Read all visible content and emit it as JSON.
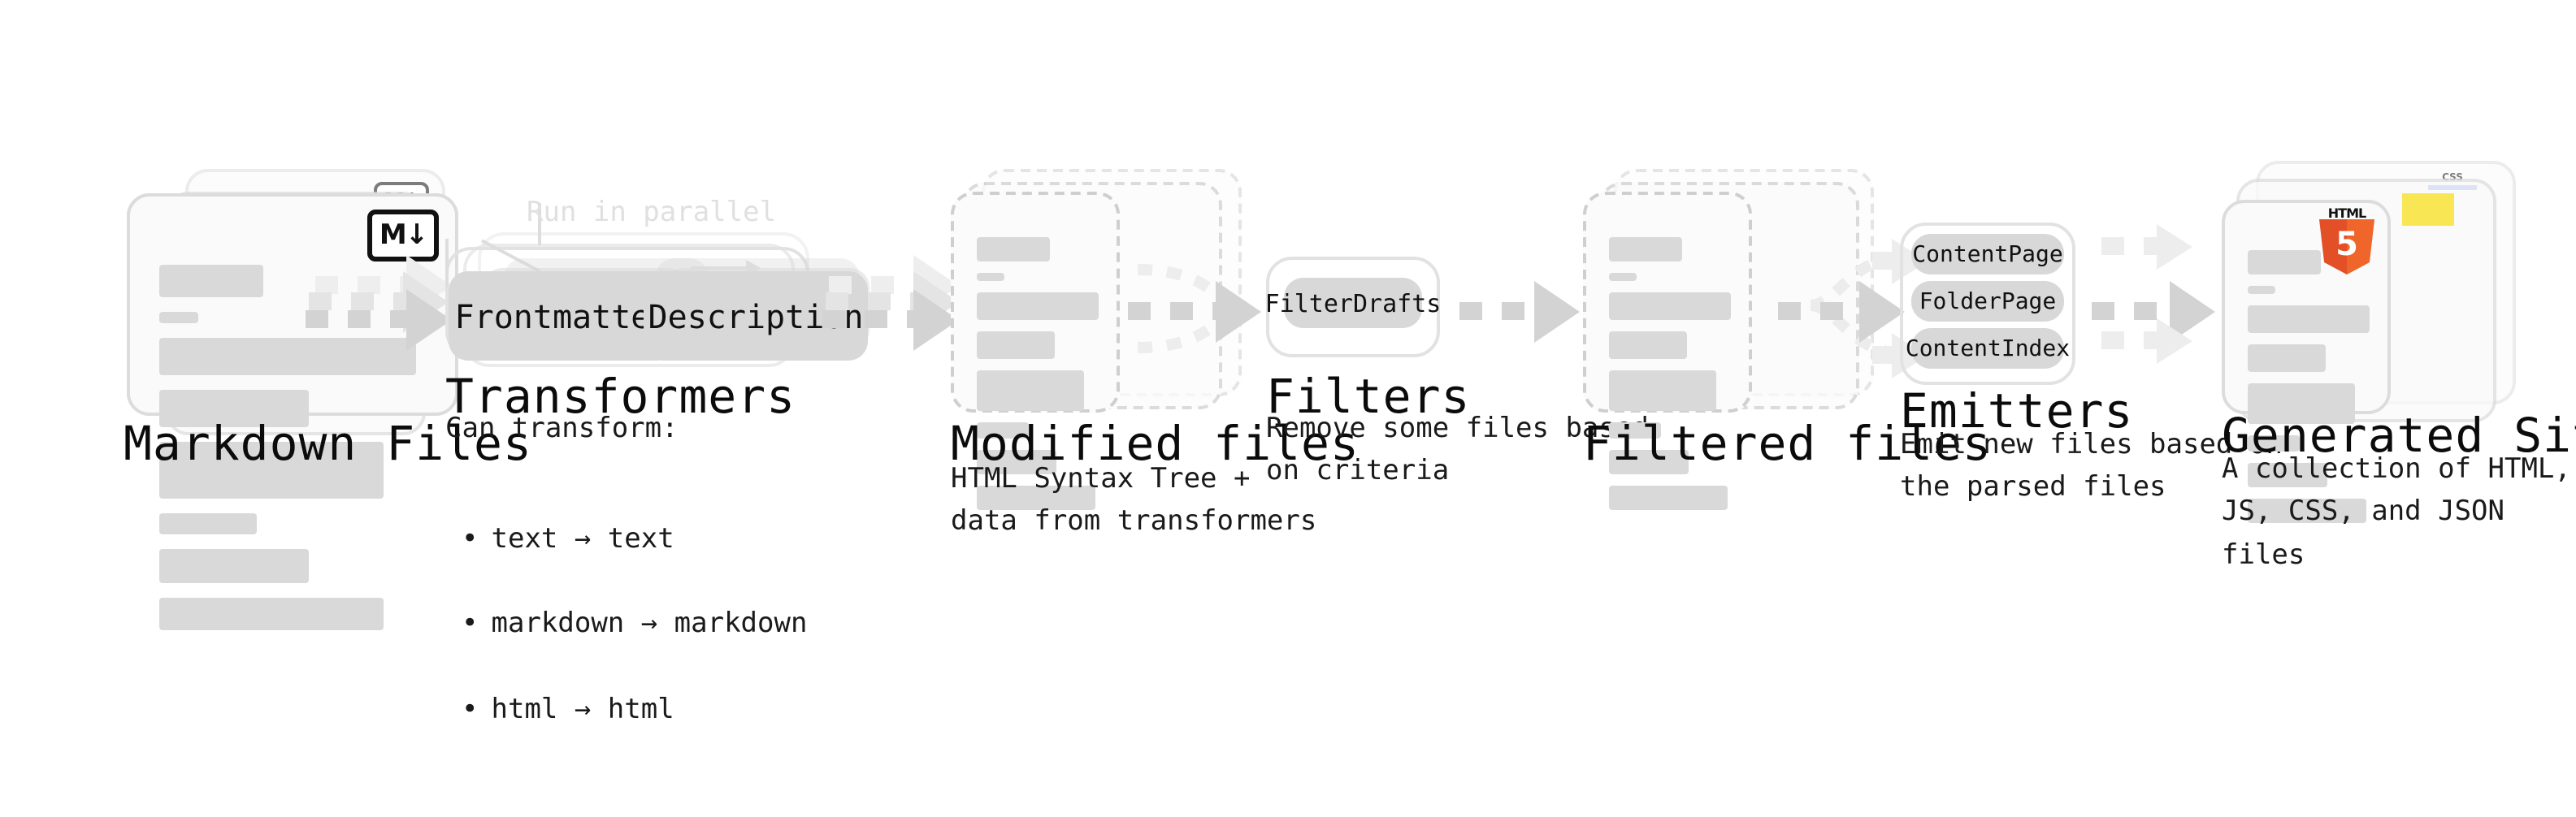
{
  "diagram": {
    "title_font_note": "monospace",
    "accent_colors": {
      "html5_orange": "#e34f26",
      "js_yellow": "#f7df1e",
      "css_blue": "#264de4",
      "bar_gray": "#d9d9d9",
      "chip_gray": "#d8d8d8",
      "border_gray": "#dcdcdc",
      "arrow_gray": "#d3d3d3",
      "ghost_text": "#e0e0e0"
    },
    "stages": [
      {
        "id": "markdown-files",
        "heading": "Markdown Files",
        "description": "",
        "badge": "markdown-badge",
        "badge_text": "M↓",
        "kind": "document-stack",
        "border": "solid"
      },
      {
        "id": "transformers",
        "heading": "Transformers",
        "description": "Can transform:",
        "bullets": [
          "text → text",
          "markdown → markdown",
          "html → html"
        ],
        "annotation": "Run in parallel",
        "chips": [
          "Frontmatter",
          "Description"
        ],
        "kind": "process-group"
      },
      {
        "id": "modified-files",
        "heading": "Modified files",
        "description": "HTML Syntax Tree +\ndata from transformers",
        "kind": "document-stack",
        "border": "dashed"
      },
      {
        "id": "filters",
        "heading": "Filters",
        "description": "Remove some files based\non criteria",
        "chips": [
          "FilterDrafts"
        ],
        "kind": "process-group"
      },
      {
        "id": "filtered-files",
        "heading": "Filtered files",
        "description": "",
        "kind": "document-stack",
        "border": "dashed"
      },
      {
        "id": "emitters",
        "heading": "Emitters",
        "description": "Emit new files based on\nthe parsed files",
        "chips": [
          "ContentPage",
          "FolderPage",
          "ContentIndex"
        ],
        "kind": "process-group"
      },
      {
        "id": "generated-site",
        "heading": "Generated Site",
        "description": "A collection of HTML,\nJS, CSS, and JSON files",
        "badges": [
          "css-badge",
          "js-badge",
          "html5-badge"
        ],
        "badge_text": "5",
        "badge_caption": "HTML",
        "css_badge_text": "CSS",
        "kind": "document-stack",
        "border": "solid"
      }
    ]
  }
}
